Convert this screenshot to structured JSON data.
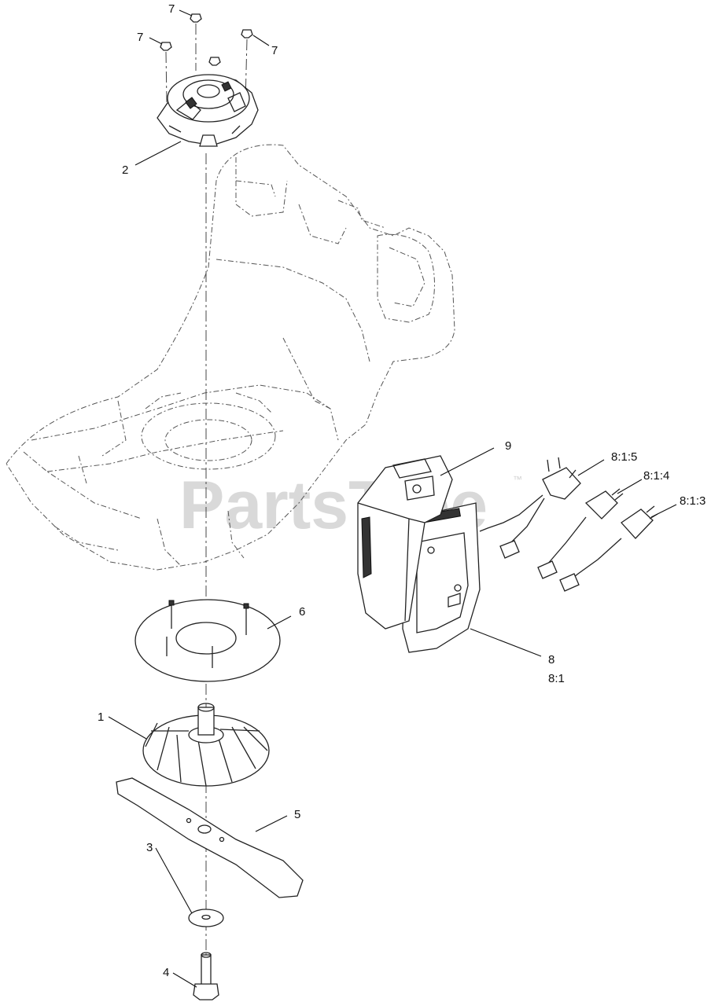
{
  "watermark": {
    "text": "PartsTree",
    "trademark": "™"
  },
  "callouts": [
    {
      "id": "c7a",
      "text": "7"
    },
    {
      "id": "c7b",
      "text": "7"
    },
    {
      "id": "c7c",
      "text": "7"
    },
    {
      "id": "c2",
      "text": "2"
    },
    {
      "id": "c9",
      "text": "9"
    },
    {
      "id": "c815",
      "text": "8:1:5"
    },
    {
      "id": "c814",
      "text": "8:1:4"
    },
    {
      "id": "c813",
      "text": "8:1:3"
    },
    {
      "id": "c6",
      "text": "6"
    },
    {
      "id": "c8",
      "text": "8"
    },
    {
      "id": "c81",
      "text": "8:1"
    },
    {
      "id": "c1",
      "text": "1"
    },
    {
      "id": "c5",
      "text": "5"
    },
    {
      "id": "c3",
      "text": "3"
    },
    {
      "id": "c4",
      "text": "4"
    }
  ]
}
